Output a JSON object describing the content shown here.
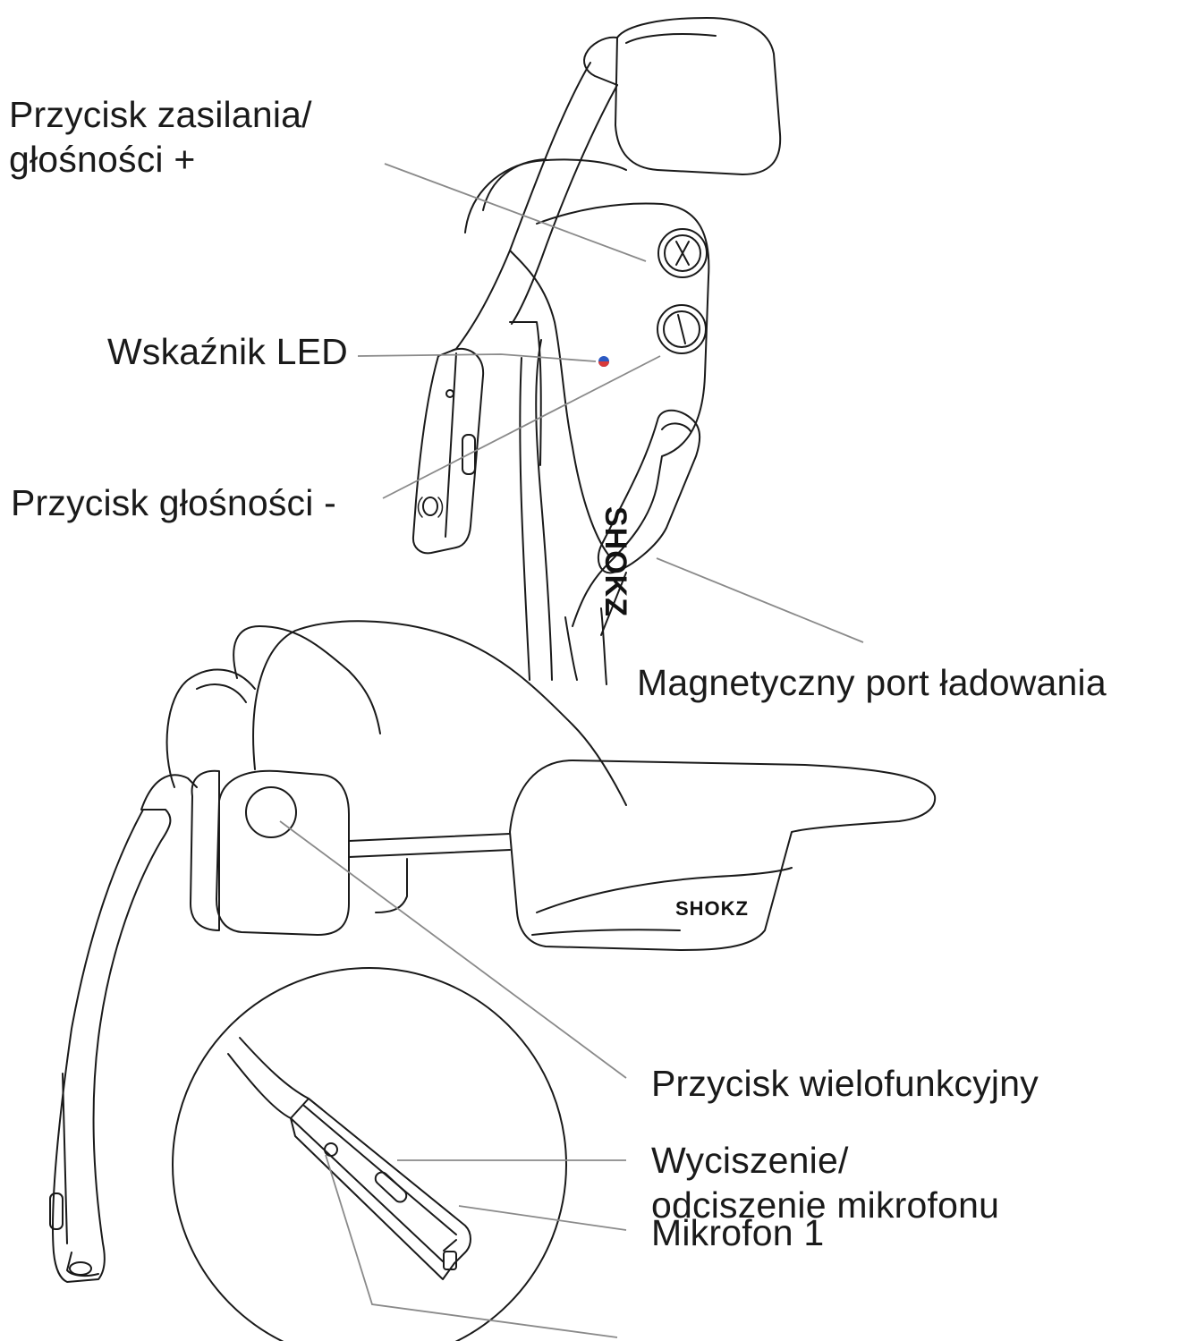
{
  "labels": {
    "power": {
      "line1": "Przycisk zasilania/",
      "line2": "głośności +"
    },
    "led": "Wskaźnik LED",
    "volume_down": "Przycisk głośności -",
    "charging": "Magnetyczny port ładowania",
    "multifunction": "Przycisk wielofunkcyjny",
    "mute": {
      "line1": "Wyciszenie/",
      "line2": "odciszenie mikrofonu"
    },
    "mic1": "Mikrofon 1"
  },
  "logos": {
    "side": "SHOKZ",
    "body": "SHOKZ"
  },
  "colors": {
    "stroke": "#1a1a1a",
    "leader": "#8a8a8a",
    "led_blue": "#2b59c3",
    "led_red": "#d93a3a"
  }
}
